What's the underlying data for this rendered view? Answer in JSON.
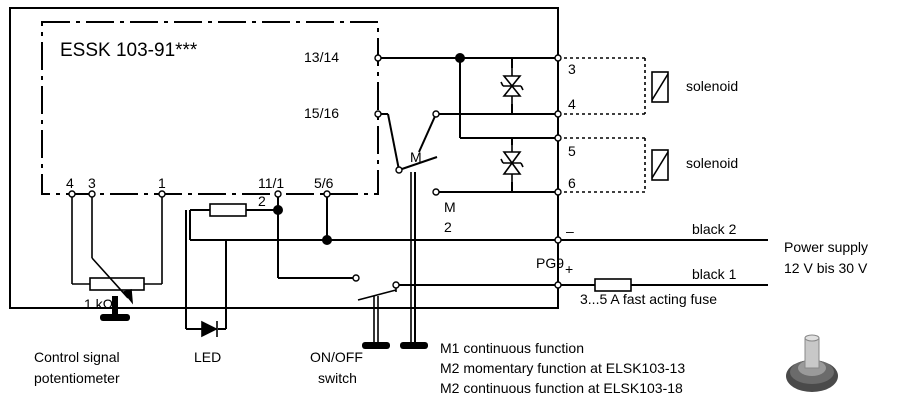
{
  "module": {
    "title": "ESSK 103-91***"
  },
  "pins": {
    "p13_14": "13/14",
    "p15_16": "15/16",
    "p4": "4",
    "p3": "3",
    "p1": "1",
    "p11_1": "11/1",
    "p5_6": "5/6",
    "p2": "2"
  },
  "terminals": {
    "t3": "3",
    "t4": "4",
    "t5": "5",
    "t6": "6",
    "minus": "–",
    "plus": "+",
    "pg9": "PG9"
  },
  "switch_labels": {
    "m_top": "M",
    "m_mid": "M",
    "two": "2"
  },
  "loads": {
    "solenoid_1": "solenoid",
    "solenoid_2": "solenoid"
  },
  "wires": {
    "black2": "black 2",
    "black1": "black 1"
  },
  "power": {
    "line1": "Power supply",
    "line2": "12 V bis 30 V"
  },
  "fuse": {
    "label": "3...5 A fast acting fuse"
  },
  "potentiometer": {
    "value": "1 kΩ",
    "caption_line1": "Control signal",
    "caption_line2": "potentiometer"
  },
  "led": {
    "caption": "LED"
  },
  "onoff": {
    "caption_line1": "ON/OFF",
    "caption_line2": "switch"
  },
  "notes": [
    "M1 continuous function",
    "M2 momentary function at ELSK103-13",
    "M2 continuous function at ELSK103-18"
  ],
  "photo": {
    "icon": "rotary-switch-photo"
  }
}
